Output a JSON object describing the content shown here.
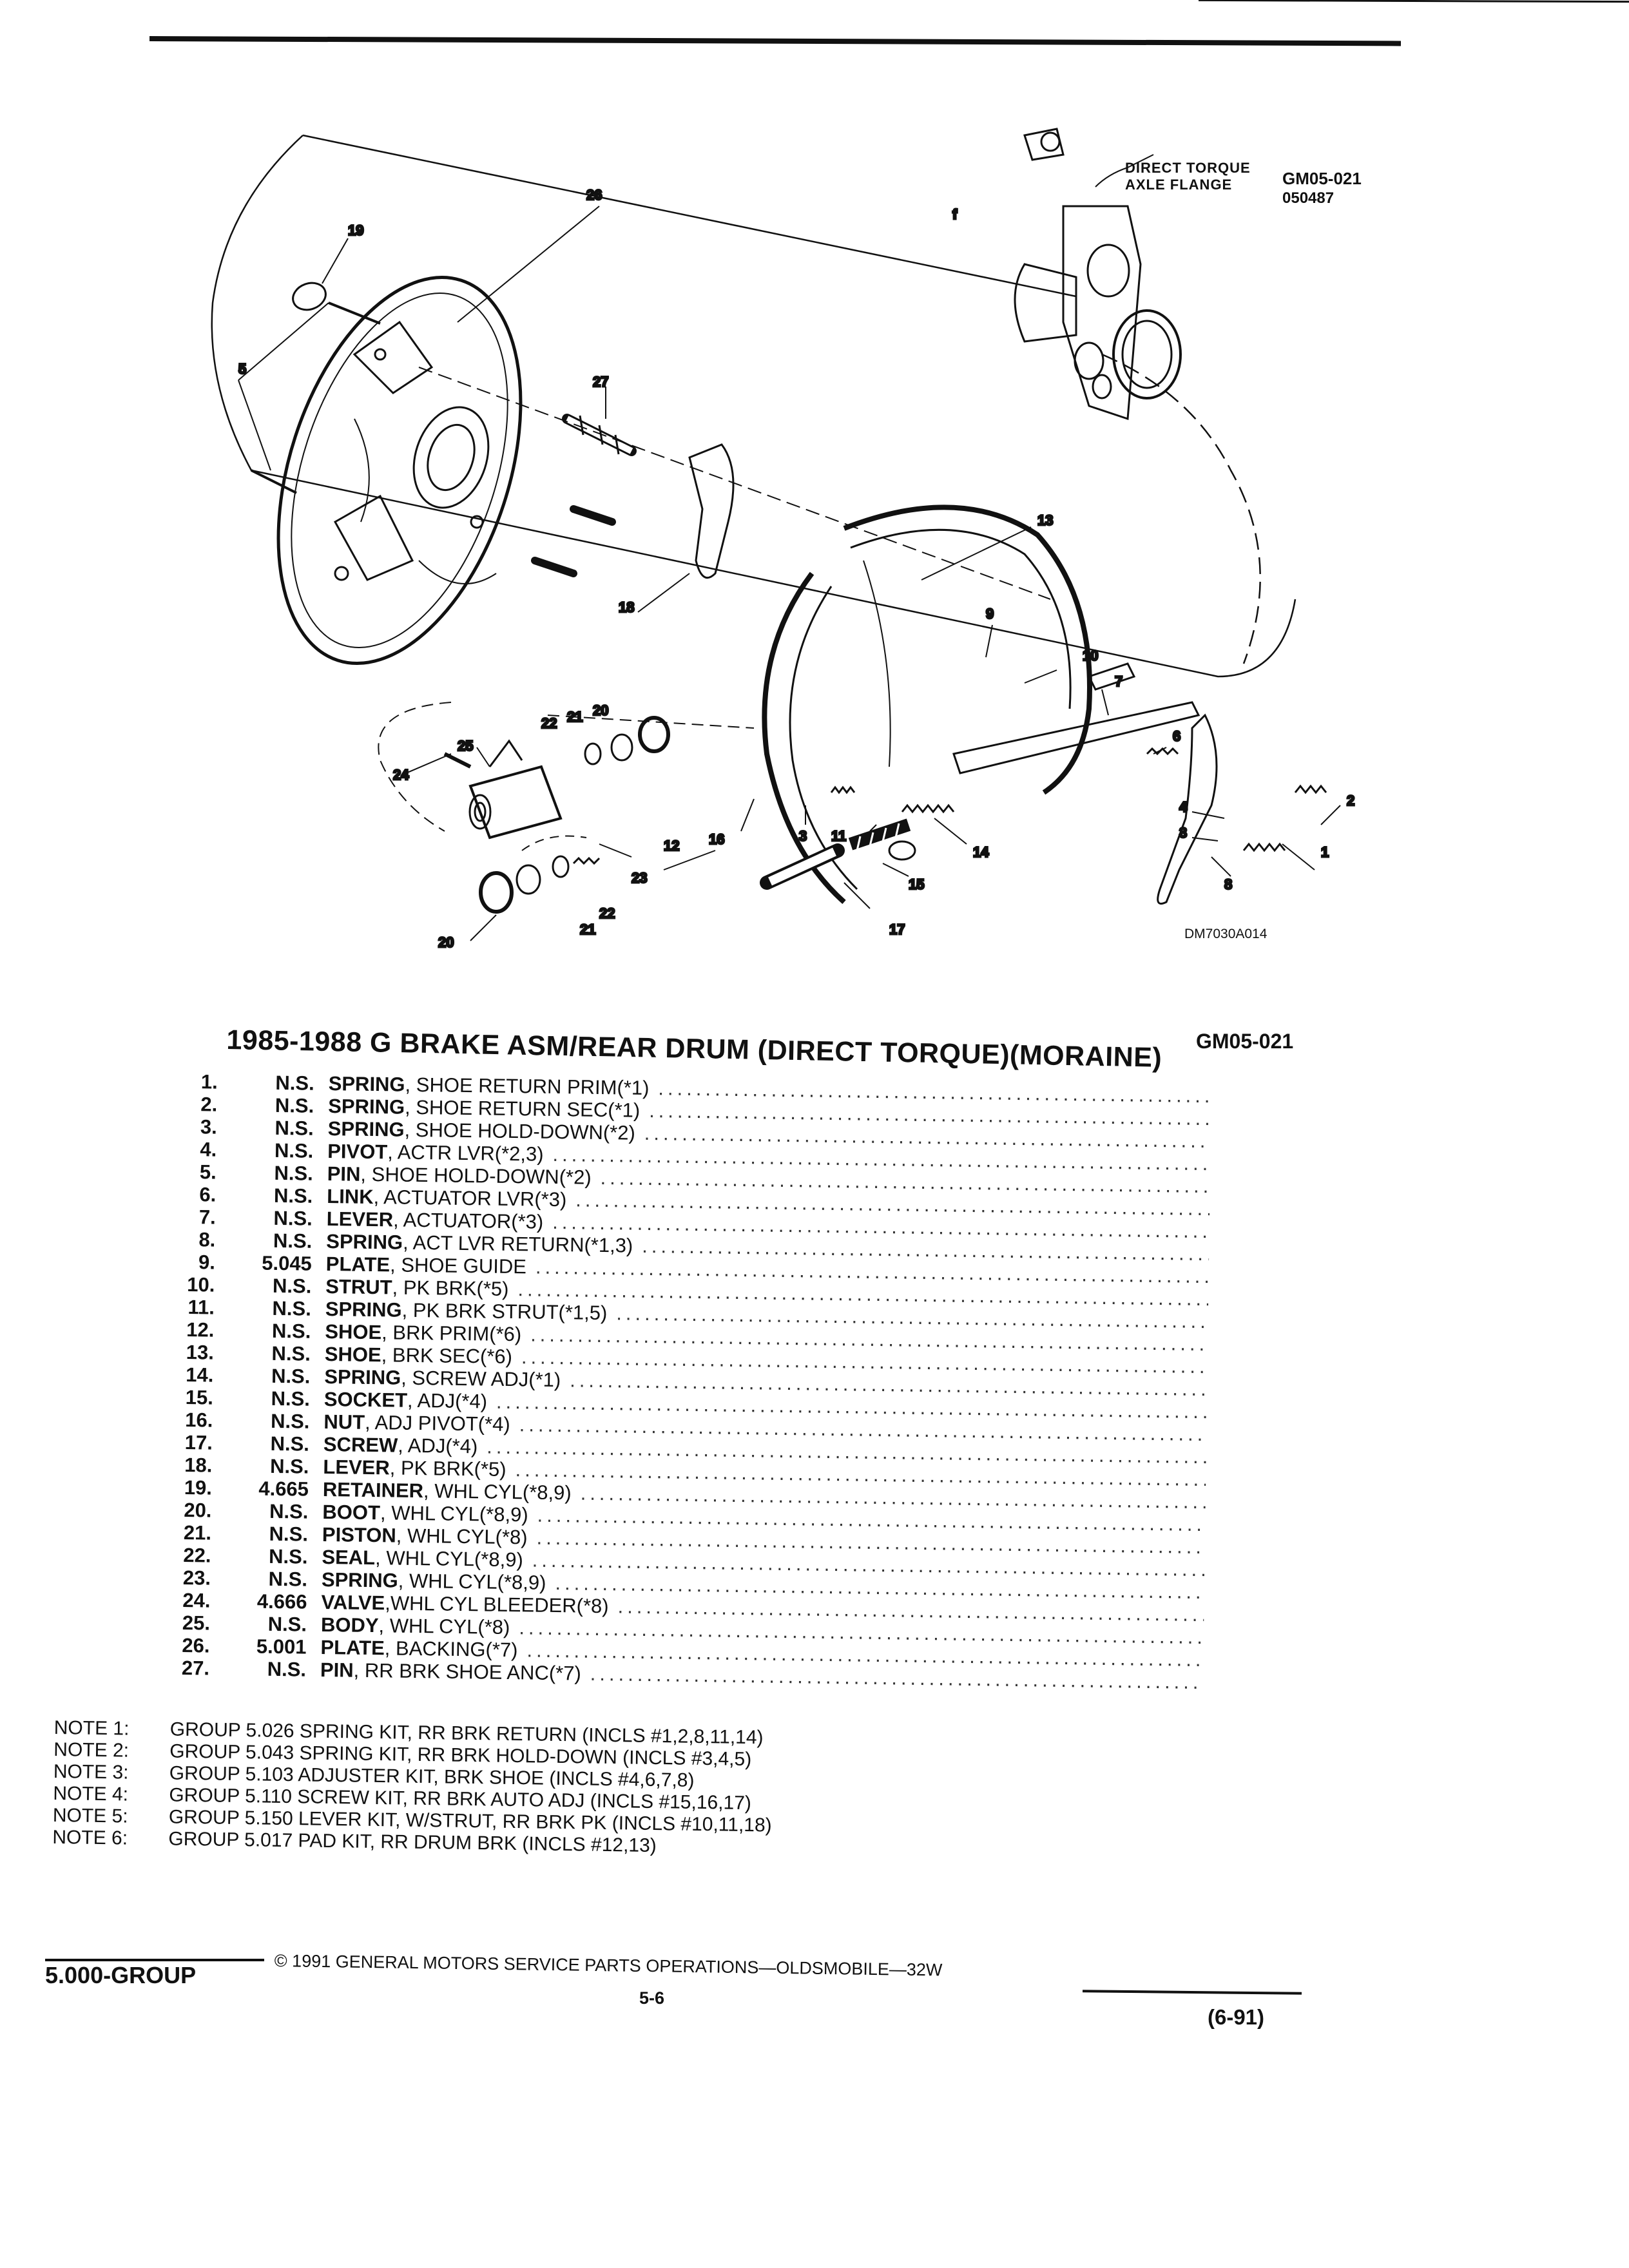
{
  "header": {
    "caption_line1": "DIRECT TORQUE",
    "caption_line2": "AXLE FLANGE",
    "code": "GM05-021",
    "code_sub": "050487",
    "diagram_id": "DM7030A014"
  },
  "diagram": {
    "callouts": [
      "1",
      "2",
      "3",
      "4",
      "5",
      "6",
      "7",
      "8",
      "9",
      "10",
      "11",
      "12",
      "13",
      "14",
      "15",
      "16",
      "17",
      "18",
      "19",
      "20",
      "21",
      "22",
      "23",
      "24",
      "25",
      "26",
      "27",
      "f"
    ]
  },
  "list": {
    "title": "1985-1988 G BRAKE ASM/REAR DRUM (DIRECT TORQUE)(MORAINE)",
    "code": "GM05-021",
    "items": [
      {
        "num": "1.",
        "code": "N.S.",
        "name": "SPRING",
        "desc": ", SHOE RETURN PRIM(*1)"
      },
      {
        "num": "2.",
        "code": "N.S.",
        "name": "SPRING",
        "desc": ", SHOE RETURN SEC(*1)"
      },
      {
        "num": "3.",
        "code": "N.S.",
        "name": "SPRING",
        "desc": ", SHOE HOLD-DOWN(*2)"
      },
      {
        "num": "4.",
        "code": "N.S.",
        "name": "PIVOT",
        "desc": ", ACTR LVR(*2,3)"
      },
      {
        "num": "5.",
        "code": "N.S.",
        "name": "PIN",
        "desc": ", SHOE HOLD-DOWN(*2)"
      },
      {
        "num": "6.",
        "code": "N.S.",
        "name": "LINK",
        "desc": ", ACTUATOR LVR(*3)"
      },
      {
        "num": "7.",
        "code": "N.S.",
        "name": "LEVER",
        "desc": ", ACTUATOR(*3)"
      },
      {
        "num": "8.",
        "code": "N.S.",
        "name": "SPRING",
        "desc": ", ACT LVR RETURN(*1,3)"
      },
      {
        "num": "9.",
        "code": "5.045",
        "name": "PLATE",
        "desc": ", SHOE GUIDE"
      },
      {
        "num": "10.",
        "code": "N.S.",
        "name": "STRUT",
        "desc": ", PK BRK(*5)"
      },
      {
        "num": "11.",
        "code": "N.S.",
        "name": "SPRING",
        "desc": ", PK BRK STRUT(*1,5)"
      },
      {
        "num": "12.",
        "code": "N.S.",
        "name": "SHOE",
        "desc": ", BRK PRIM(*6)"
      },
      {
        "num": "13.",
        "code": "N.S.",
        "name": "SHOE",
        "desc": ", BRK SEC(*6)"
      },
      {
        "num": "14.",
        "code": "N.S.",
        "name": "SPRING",
        "desc": ", SCREW ADJ(*1)"
      },
      {
        "num": "15.",
        "code": "N.S.",
        "name": "SOCKET",
        "desc": ", ADJ(*4)"
      },
      {
        "num": "16.",
        "code": "N.S.",
        "name": "NUT",
        "desc": ", ADJ PIVOT(*4)"
      },
      {
        "num": "17.",
        "code": "N.S.",
        "name": "SCREW",
        "desc": ", ADJ(*4)"
      },
      {
        "num": "18.",
        "code": "N.S.",
        "name": "LEVER",
        "desc": ", PK BRK(*5)"
      },
      {
        "num": "19.",
        "code": "4.665",
        "name": "RETAINER",
        "desc": ", WHL CYL(*8,9)"
      },
      {
        "num": "20.",
        "code": "N.S.",
        "name": "BOOT",
        "desc": ", WHL CYL(*8,9)"
      },
      {
        "num": "21.",
        "code": "N.S.",
        "name": "PISTON",
        "desc": ", WHL CYL(*8)"
      },
      {
        "num": "22.",
        "code": "N.S.",
        "name": "SEAL",
        "desc": ", WHL CYL(*8,9)"
      },
      {
        "num": "23.",
        "code": "N.S.",
        "name": "SPRING",
        "desc": ", WHL CYL(*8,9)"
      },
      {
        "num": "24.",
        "code": "4.666",
        "name": "VALVE",
        "desc": " ,WHL CYL BLEEDER(*8)"
      },
      {
        "num": "25.",
        "code": "N.S.",
        "name": "BODY",
        "desc": ", WHL CYL(*8)"
      },
      {
        "num": "26.",
        "code": "5.001",
        "name": "PLATE",
        "desc": ", BACKING(*7)"
      },
      {
        "num": "27.",
        "code": "N.S.",
        "name": "PIN",
        "desc": ", RR BRK SHOE ANC(*7)"
      }
    ]
  },
  "notes": [
    {
      "label": "NOTE  1:",
      "text": "GROUP 5.026 SPRING KIT, RR BRK RETURN (INCLS #1,2,8,11,14)"
    },
    {
      "label": "NOTE  2:",
      "text": "GROUP 5.043 SPRING KIT, RR BRK HOLD-DOWN (INCLS #3,4,5)"
    },
    {
      "label": "NOTE  3:",
      "text": "GROUP 5.103 ADJUSTER KIT, BRK SHOE (INCLS #4,6,7,8)"
    },
    {
      "label": "NOTE  4:",
      "text": "GROUP 5.110 SCREW KIT, RR BRK AUTO ADJ (INCLS #15,16,17)"
    },
    {
      "label": "NOTE  5:",
      "text": "GROUP 5.150 LEVER KIT, W/STRUT, RR BRK PK (INCLS #10,11,18)"
    },
    {
      "label": "NOTE  6:",
      "text": "GROUP 5.017 PAD KIT, RR DRUM BRK (INCLS #12,13)"
    }
  ],
  "footer": {
    "group": "5.000-GROUP",
    "copyright": "© 1991 GENERAL MOTORS SERVICE PARTS OPERATIONS—OLDSMOBILE—32W",
    "page": "5-6",
    "date": "(6-91)"
  }
}
